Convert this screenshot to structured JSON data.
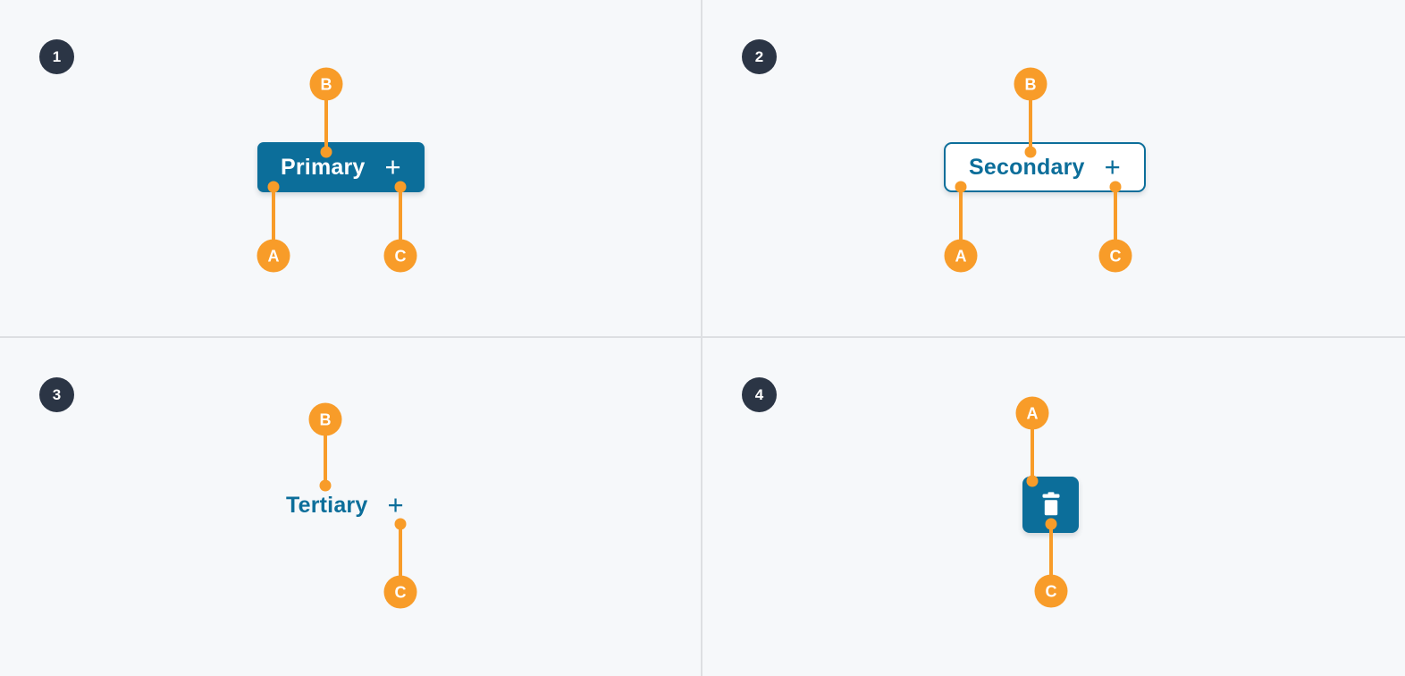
{
  "theme": {
    "background": "#f6f8fa",
    "panel_divider": "#dddfe2",
    "brand_blue": "#0c6e9a",
    "annotation_orange": "#f89c29",
    "badge_navy": "#2b3545",
    "white": "#ffffff"
  },
  "panels": [
    {
      "number": "1",
      "variant": "primary",
      "button": {
        "label": "Primary",
        "plus_icon": "plus-icon",
        "icon_name": null
      },
      "annotations": [
        {
          "letter": "A",
          "target": "left-padding"
        },
        {
          "letter": "B",
          "target": "top-edge"
        },
        {
          "letter": "C",
          "target": "icon-spacing"
        }
      ]
    },
    {
      "number": "2",
      "variant": "secondary",
      "button": {
        "label": "Secondary",
        "plus_icon": "plus-icon",
        "icon_name": null
      },
      "annotations": [
        {
          "letter": "A",
          "target": "left-padding"
        },
        {
          "letter": "B",
          "target": "top-edge"
        },
        {
          "letter": "C",
          "target": "icon-spacing"
        }
      ]
    },
    {
      "number": "3",
      "variant": "tertiary",
      "button": {
        "label": "Tertiary",
        "plus_icon": "plus-icon",
        "icon_name": null
      },
      "annotations": [
        {
          "letter": "B",
          "target": "top-edge"
        },
        {
          "letter": "C",
          "target": "icon-spacing"
        }
      ]
    },
    {
      "number": "4",
      "variant": "icon-only",
      "button": {
        "label": "",
        "plus_icon": null,
        "icon_name": "trash-icon"
      },
      "annotations": [
        {
          "letter": "A",
          "target": "top-edge"
        },
        {
          "letter": "C",
          "target": "bottom-edge"
        }
      ]
    }
  ]
}
